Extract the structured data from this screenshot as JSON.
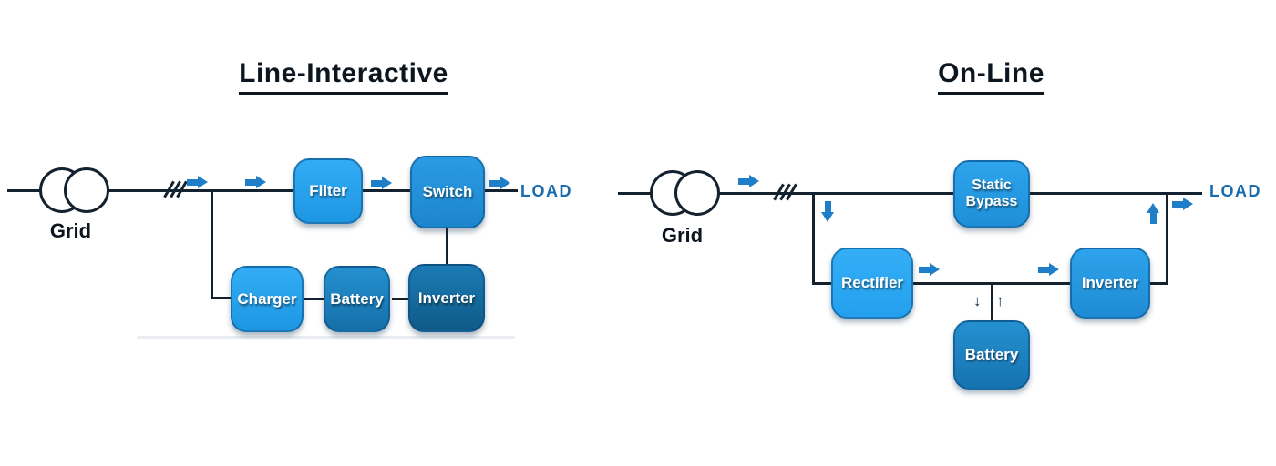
{
  "colors": {
    "line": "#14212e",
    "arrow": "#1e7ec8",
    "arrow-dark": "#0e2a40",
    "load": "#1a6cb0",
    "title": "#0c1620",
    "shadow-line": "#e9edf1"
  },
  "titles": {
    "left": "Line-Interactive",
    "right": "On-Line"
  },
  "left_diagram": {
    "grid_label": "Grid",
    "load_label": "LOAD",
    "nodes": {
      "filter": {
        "label": "Filter",
        "fill": {
          "top": "#33acf5",
          "bottom": "#1e97e3"
        }
      },
      "switch": {
        "label": "Switch",
        "fill": {
          "top": "#2b9be4",
          "bottom": "#1c86cc"
        }
      },
      "charger": {
        "label": "Charger",
        "fill": {
          "top": "#33acf5",
          "bottom": "#1e97e3"
        }
      },
      "battery": {
        "label": "Battery",
        "fill": {
          "top": "#2590d0",
          "bottom": "#156fa8"
        }
      },
      "inverter": {
        "label": "Inverter",
        "fill": {
          "top": "#1b7bb4",
          "bottom": "#0f5a88"
        }
      }
    }
  },
  "right_diagram": {
    "grid_label": "Grid",
    "load_label": "LOAD",
    "nodes": {
      "static_bypass": {
        "line1": "Static",
        "line2": "Bypass",
        "fill": {
          "top": "#2ea4ec",
          "bottom": "#1e8fd8"
        }
      },
      "rectifier": {
        "label": "Rectifier",
        "fill": {
          "top": "#35aef6",
          "bottom": "#23a0ee"
        }
      },
      "inverter": {
        "label": "Inverter",
        "fill": {
          "top": "#2ea2ec",
          "bottom": "#1e8cd4"
        }
      },
      "battery": {
        "label": "Battery",
        "fill": {
          "top": "#2590d0",
          "bottom": "#1673b0"
        }
      }
    },
    "battery_flow_down": "↓",
    "battery_flow_up": "↑"
  }
}
